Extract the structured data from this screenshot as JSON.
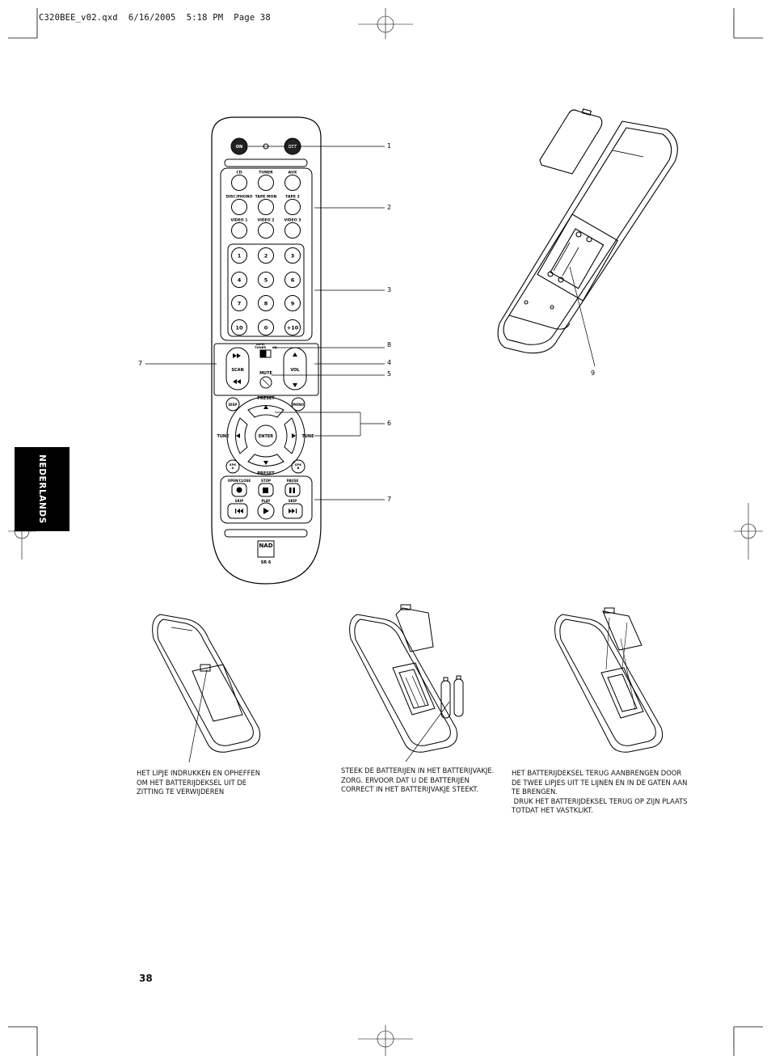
{
  "header": {
    "slug": "C320BEE_v02.qxd  6/16/2005  5:18 PM  Page 38"
  },
  "side_tab": {
    "label": "NEDERLANDS"
  },
  "remote": {
    "top_buttons": {
      "on": "ON",
      "off": "OFF"
    },
    "sources": [
      "CD",
      "TUNER",
      "AUX",
      "DISC/PHONO",
      "TAPE MON",
      "TAPE 2",
      "VIDEO 1",
      "VIDEO 2",
      "VIDEO 3"
    ],
    "keypad": [
      "1",
      "2",
      "3",
      "4",
      "5",
      "6",
      "7",
      "8",
      "9",
      "10",
      "0",
      "+10"
    ],
    "switch": {
      "left": "TAPE/\nTUNER",
      "right": "CD"
    },
    "scan_label": "SCAN",
    "vol_label": "VOL",
    "mute_label": "MUTE",
    "preset_top": "PRESET",
    "preset_bottom": "PRESET",
    "tune_left": "TUNE",
    "tune_right": "TUNE",
    "enter_label": "ENTER",
    "disp_label": "DISP",
    "mono_label": "MONO",
    "spk_a": "SPK\nA",
    "spk_b": "SPK\nB",
    "transport_top": [
      "OPEN/CLOSE",
      "STOP",
      "PAUSE"
    ],
    "transport_bottom": [
      "SKIP",
      "PLAY",
      "SKIP"
    ],
    "brand": "NAD",
    "model": "SR 6"
  },
  "callouts": [
    "1",
    "2",
    "3",
    "8",
    "4",
    "5",
    "6",
    "7",
    "7",
    "9"
  ],
  "captions": {
    "step1": "HET LIPJE INDRUKKEN EN OPHEFFEN OM HET BATTERIJDEKSEL UIT DE ZITTING TE VERWIJDEREN",
    "step2": "STEEK DE BATTERIJEN IN HET BATTERIJVAKJE. ZORG. ERVOOR DAT U DE BATTERIJEN CORRECT IN HET BATTERIJVAKJE STEEKT.",
    "step3a": "HET BATTERIJDEKSEL TERUG AANBRENGEN DOOR DE TWEE LIPJES UIT TE LIJNEN EN IN DE GATEN AAN TE BRENGEN.",
    "step3b": " DRUK HET BATTERIJDEKSEL TERUG OP ZIJN PLAATS TOTDAT HET VASTKLIKT."
  },
  "page_number": "38"
}
